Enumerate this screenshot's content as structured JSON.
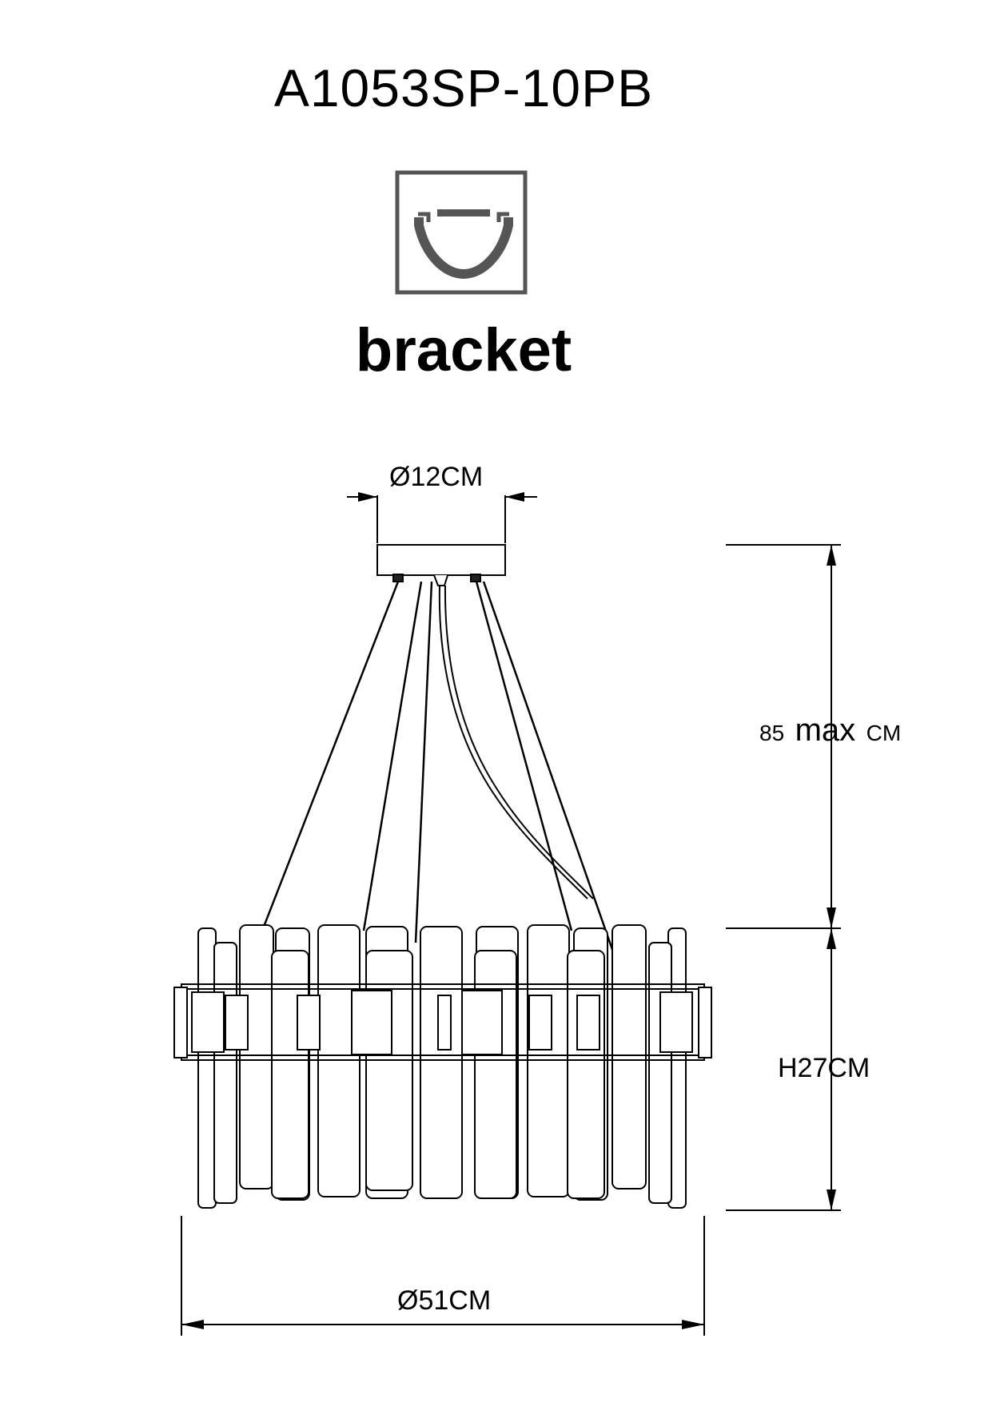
{
  "title": "A1053SP-10PB",
  "bracket": {
    "label": "bracket",
    "icon": "bracket-icon"
  },
  "dimensions": {
    "canopy_diameter": "Ø12CM",
    "shade_diameter": "Ø51CM",
    "shade_height": "H27CM",
    "suspension": {
      "value": "85",
      "qualifier": "max",
      "unit": "CM"
    }
  },
  "colors": {
    "line": "#000000",
    "icon_gray": "#555555",
    "background": "#ffffff"
  }
}
